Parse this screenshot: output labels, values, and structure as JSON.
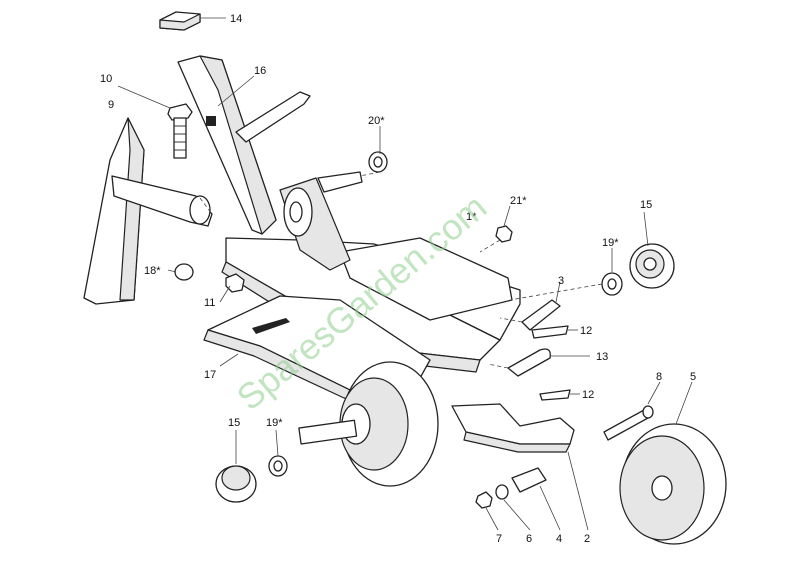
{
  "diagram": {
    "watermark": "SparesGarden.com",
    "callouts": [
      {
        "id": "14",
        "label": "14"
      },
      {
        "id": "16",
        "label": "16"
      },
      {
        "id": "10",
        "label": "10"
      },
      {
        "id": "9",
        "label": "9"
      },
      {
        "id": "20",
        "label": "20*"
      },
      {
        "id": "1",
        "label": "1*"
      },
      {
        "id": "21",
        "label": "21*"
      },
      {
        "id": "15a",
        "label": "15"
      },
      {
        "id": "19a",
        "label": "19*"
      },
      {
        "id": "18",
        "label": "18*"
      },
      {
        "id": "3",
        "label": "3"
      },
      {
        "id": "11",
        "label": "11"
      },
      {
        "id": "12a",
        "label": "12"
      },
      {
        "id": "13",
        "label": "13"
      },
      {
        "id": "17",
        "label": "17"
      },
      {
        "id": "12b",
        "label": "12"
      },
      {
        "id": "8",
        "label": "8"
      },
      {
        "id": "5",
        "label": "5"
      },
      {
        "id": "15b",
        "label": "15"
      },
      {
        "id": "19b",
        "label": "19*"
      },
      {
        "id": "7",
        "label": "7"
      },
      {
        "id": "6",
        "label": "6"
      },
      {
        "id": "4",
        "label": "4"
      },
      {
        "id": "2",
        "label": "2"
      }
    ]
  }
}
